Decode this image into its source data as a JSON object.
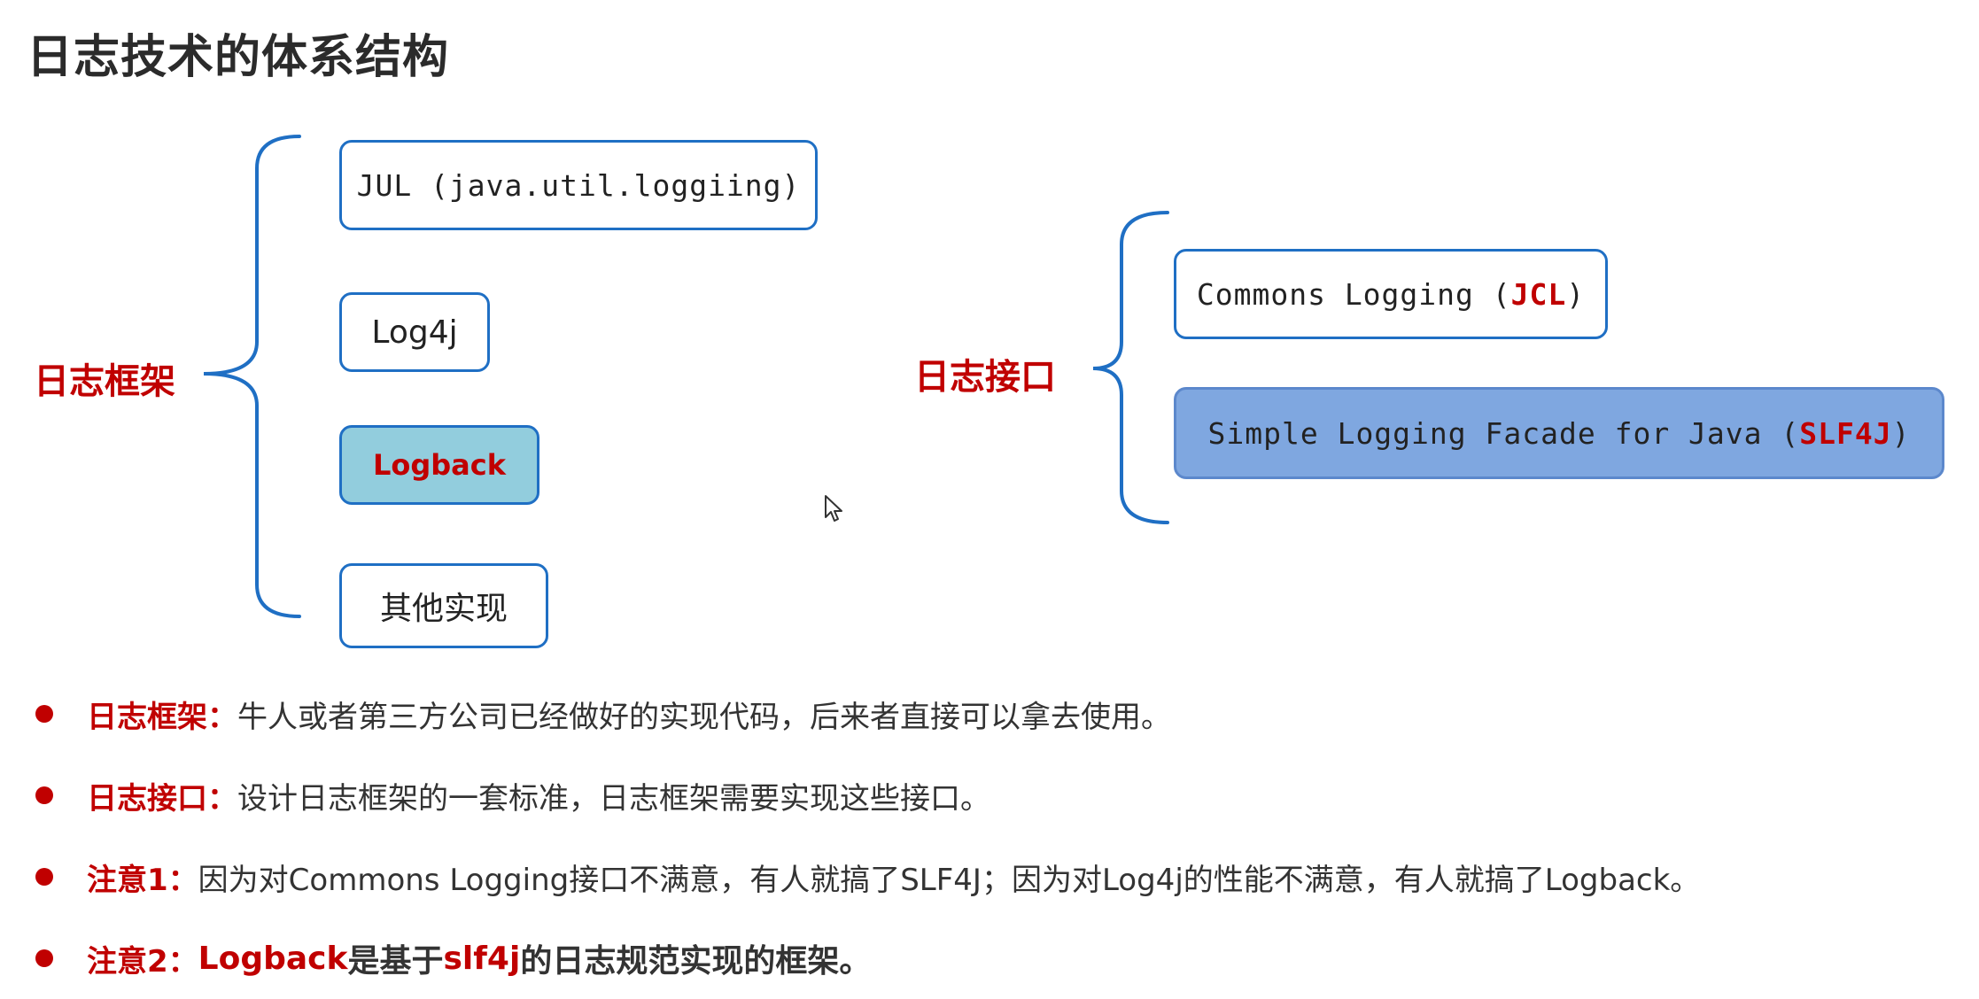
{
  "title": "日志技术的体系结构",
  "frameworks": {
    "label": "日志框架",
    "items": [
      "JUL (java.util.loggiing)",
      "Log4j",
      "Logback",
      "其他实现"
    ]
  },
  "interfaces": {
    "label": "日志接口",
    "jcl": {
      "prefix": "Commons Logging (",
      "abbr": "JCL",
      "suffix": ")"
    },
    "slf4j": {
      "prefix": "Simple Logging Facade for Java (",
      "abbr": "SLF4J",
      "suffix": ")"
    }
  },
  "bullets": [
    {
      "title": "日志框架：",
      "text": "牛人或者第三方公司已经做好的实现代码，后来者直接可以拿去使用。"
    },
    {
      "title": "日志接口：",
      "text": "设计日志框架的一套标准，日志框架需要实现这些接口。"
    },
    {
      "title": "注意1：",
      "text": "因为对Commons Logging接口不满意，有人就搞了SLF4J；因为对Log4j的性能不满意，有人就搞了Logback。"
    },
    {
      "title": "注意2：",
      "part1": "Logback",
      "part2": "是基于",
      "part3": "slf4j",
      "part4": "的日志规范实现的框架。"
    }
  ],
  "colors": {
    "accent_red": "#c00000",
    "box_border": "#1f6fc4",
    "logback_fill": "#92cddd",
    "slf4j_fill": "#7fa7e0"
  },
  "icons": {
    "cursor": "mouse-pointer-icon"
  }
}
